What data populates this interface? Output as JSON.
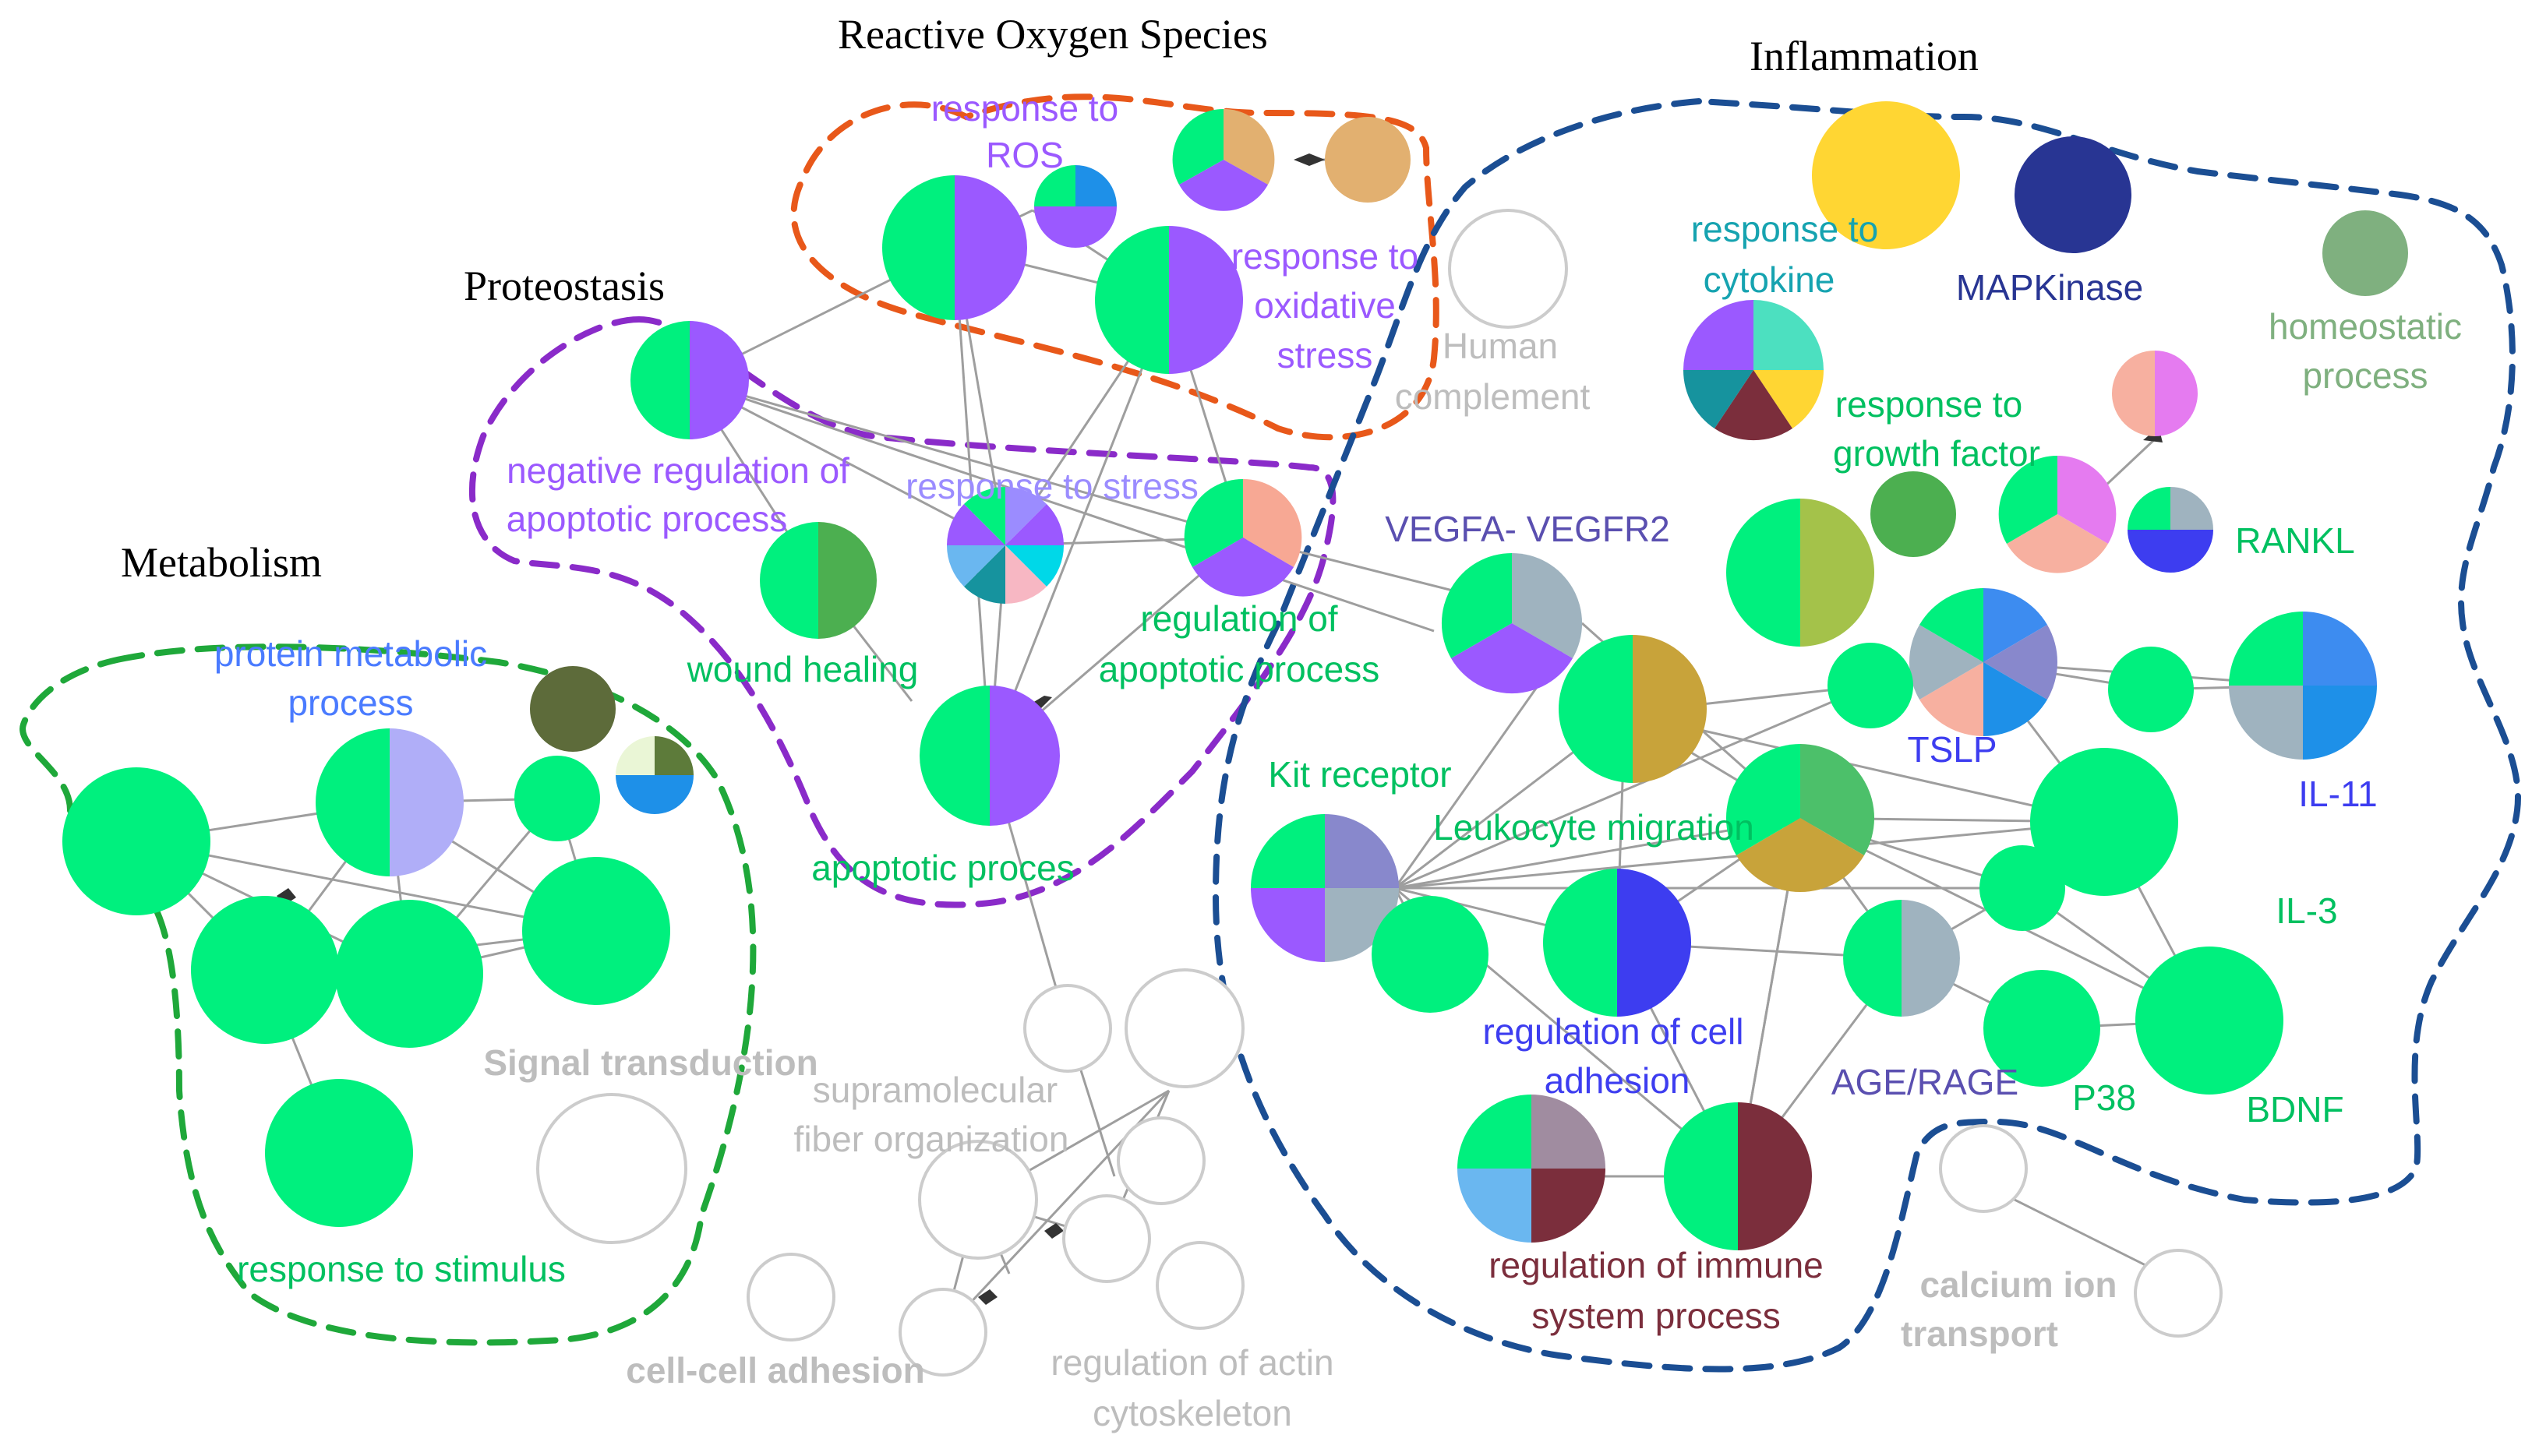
{
  "groups": {
    "ros": "Reactive Oxygen Species",
    "inflammation": "Inflammation",
    "proteostasis": "Proteostasis",
    "metabolism": "Metabolism"
  },
  "colors": {
    "green": "#00F07E",
    "purple": "#9B59FF",
    "orange_outline": "#E8581A",
    "purple_outline": "#8A2BC9",
    "green_outline": "#1FA83A",
    "blue_outline": "#1B4E93",
    "gray_node": "#BDBDBD"
  },
  "labels": {
    "response_to_ros": [
      "response to",
      "ROS"
    ],
    "response_to_oxidative_stress": [
      "response to",
      "oxidative",
      "stress"
    ],
    "human_complement": [
      "Human",
      "complement"
    ],
    "response_to_cytokine": [
      "response to",
      "cytokine"
    ],
    "mapkinase": "MAPKinase",
    "homeostatic_process": [
      "homeostatic",
      "process"
    ],
    "response_to_growth_factor": [
      "response to",
      "growth factor"
    ],
    "negative_regulation_apoptotic": [
      "negative regulation of",
      "apoptotic process"
    ],
    "response_to_stress": "response to stress",
    "vegfa_vegfr2": "VEGFA- VEGFR2",
    "rankl": "RANKL",
    "wound_healing": "wound healing",
    "regulation_apoptotic": [
      "regulation of",
      "apoptotic process"
    ],
    "protein_metabolic_process": [
      "protein metabolic",
      "process"
    ],
    "tslp": "TSLP",
    "il_11": "IL-11",
    "kit_receptor": "Kit receptor",
    "leukocyte_migration": "Leukocyte migration",
    "apoptotic_proces": "apoptotic proces",
    "il_3": "IL-3",
    "signal_transduction": "Signal transduction",
    "supramolecular_fiber": [
      "supramolecular",
      "fiber organization"
    ],
    "regulation_cell_adhesion": [
      "regulation of cell",
      "adhesion"
    ],
    "age_rage": "AGE/RAGE",
    "p38": "P38",
    "bdnf": "BDNF",
    "regulation_immune": [
      "regulation of immune",
      "system process"
    ],
    "response_to_stimulus": "response to stimulus",
    "calcium_ion_transport": [
      "calcium ion",
      "transport"
    ],
    "cell_cell_adhesion": "cell-cell adhesion",
    "regulation_actin": [
      "regulation of actin",
      "cytoskeleton"
    ]
  }
}
